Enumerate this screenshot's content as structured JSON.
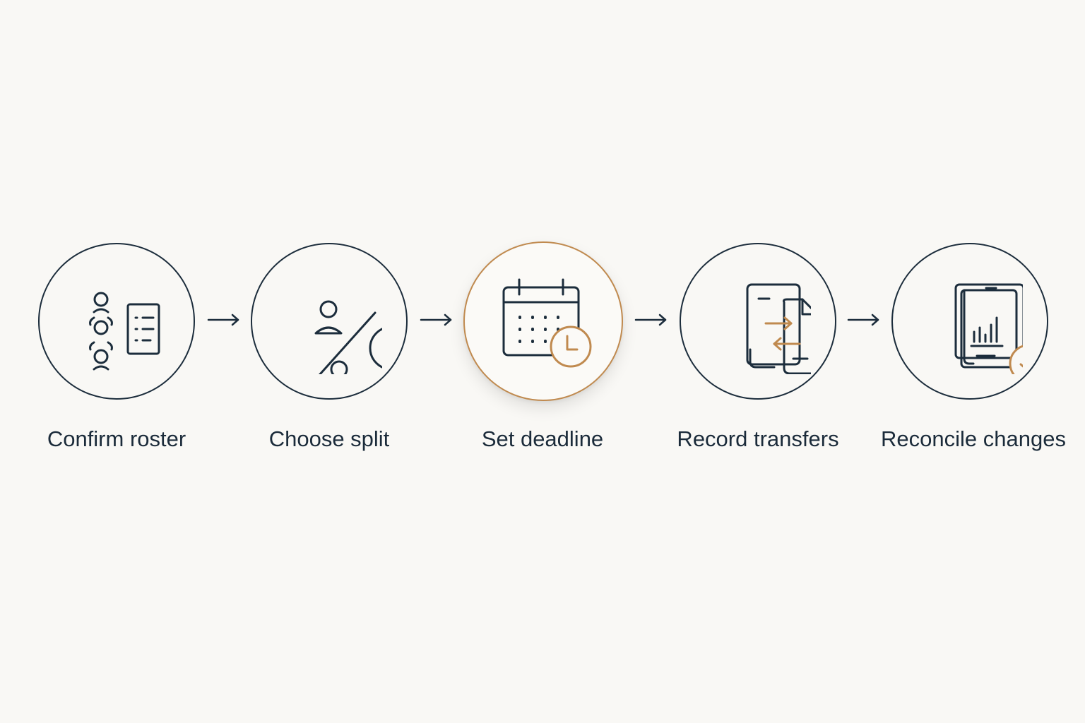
{
  "colors": {
    "background": "#f9f8f5",
    "ink": "#1c2d3c",
    "accent": "#c08a4f"
  },
  "steps": [
    {
      "label": "Confirm roster",
      "icon": "roster-list-icon",
      "active": false
    },
    {
      "label": "Choose split",
      "icon": "split-pie-icon",
      "active": false
    },
    {
      "label": "Set deadline",
      "icon": "calendar-clock-icon",
      "active": true
    },
    {
      "label": "Record transfers",
      "icon": "transfer-documents-icon",
      "active": false
    },
    {
      "label": "Reconcile changes",
      "icon": "reconcile-report-icon",
      "active": false
    }
  ]
}
